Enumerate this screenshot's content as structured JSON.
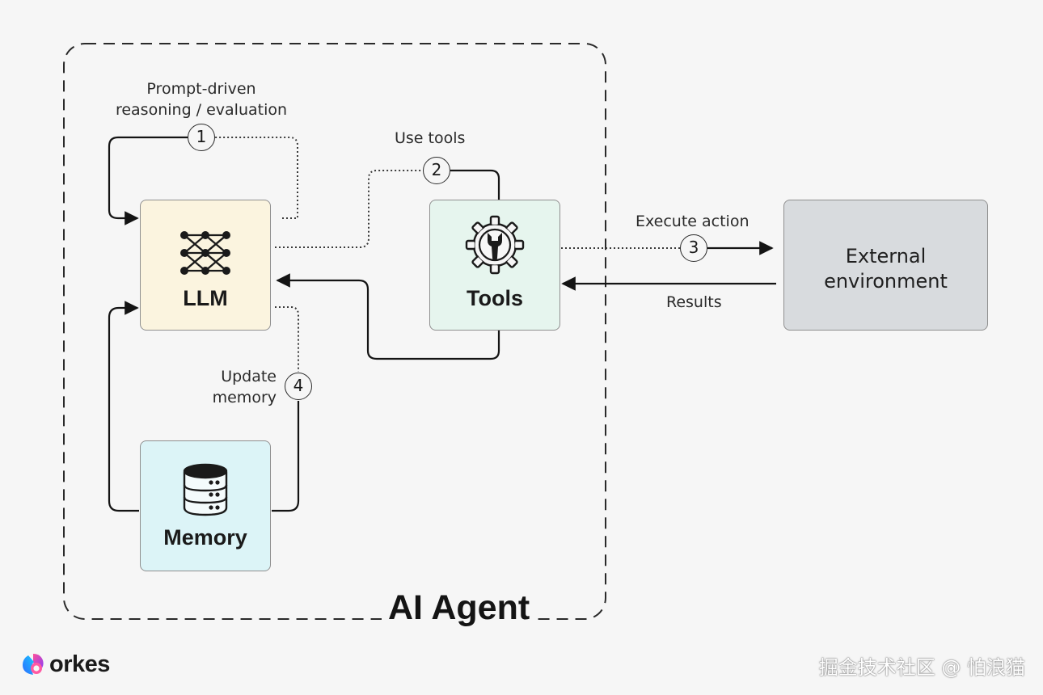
{
  "diagram": {
    "container_title": "AI Agent",
    "nodes": {
      "llm": {
        "label": "LLM",
        "icon": "neural-network-icon",
        "color": "#fbf4df"
      },
      "tools": {
        "label": "Tools",
        "icon": "gear-wrench-icon",
        "color": "#e6f5ee"
      },
      "memory": {
        "label": "Memory",
        "icon": "database-icon",
        "color": "#dcf4f7"
      },
      "external": {
        "label": "External\nenvironment",
        "color": "#d8dbde"
      }
    },
    "edges": {
      "reasoning": {
        "step": "1",
        "label": "Prompt-driven\nreasoning / evaluation"
      },
      "use_tools": {
        "step": "2",
        "label": "Use tools"
      },
      "execute": {
        "step": "3",
        "label": "Execute action"
      },
      "results": {
        "label": "Results"
      },
      "update_memory": {
        "step": "4",
        "label": "Update\nmemory"
      }
    }
  },
  "brand": {
    "name": "orkes",
    "icon": "orkes-logo-icon"
  },
  "watermark": "掘金技术社区 @ 怕浪猫"
}
